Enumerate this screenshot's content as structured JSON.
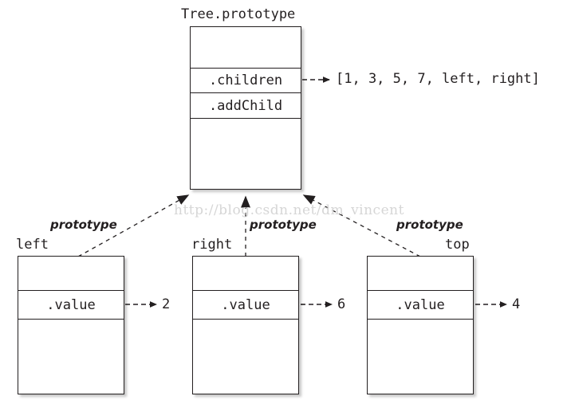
{
  "diagram": {
    "title": "Tree.prototype",
    "watermark": "http://blog.csdn.net/dm_vincent",
    "prototype_label": "prototype",
    "colors": {
      "stroke": "#231f20",
      "background": "#ffffff",
      "watermark": "#d6d6d6"
    },
    "prototype_object": {
      "title": "Tree.prototype",
      "rows": [
        {
          "label": ""
        },
        {
          "label": ".children"
        },
        {
          "label": ".addChild"
        },
        {
          "label": ""
        }
      ],
      "children_value": "[1, 3, 5, 7, left, right]"
    },
    "instances": [
      {
        "name": "left",
        "prototype_label": "prototype",
        "rows": [
          {
            "label": ""
          },
          {
            "label": ".value"
          },
          {
            "label": ""
          }
        ],
        "value": "2"
      },
      {
        "name": "right",
        "prototype_label": "prototype",
        "rows": [
          {
            "label": ""
          },
          {
            "label": ".value"
          },
          {
            "label": ""
          }
        ],
        "value": "6"
      },
      {
        "name": "top",
        "prototype_label": "prototype",
        "rows": [
          {
            "label": ""
          },
          {
            "label": ".value"
          },
          {
            "label": ""
          }
        ],
        "value": "4"
      }
    ]
  }
}
